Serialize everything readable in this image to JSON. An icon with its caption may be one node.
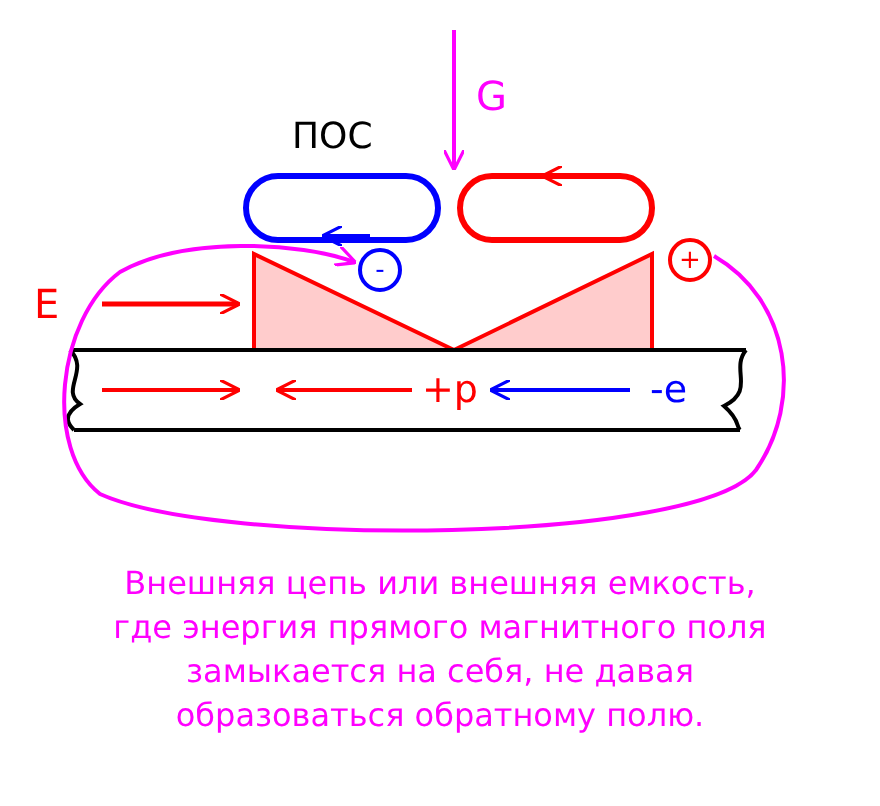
{
  "diagram": {
    "caption": "Внешняя цепь или внешняя емкость, где энергия прямого магнитного поля замыкается на себя, не давая образоваться обратному полю.",
    "nodes": [
      {
        "text": [
          "-"
        ]
      },
      {
        "text": [
          "+"
        ]
      }
    ],
    "edges": [
      {
        "from": 1,
        "to": 0,
        "arrow": "to",
        "color": "#ff00ff"
      }
    ],
    "labels": [
      "G",
      "ПОС",
      "E",
      "+p",
      "-e"
    ]
  }
}
